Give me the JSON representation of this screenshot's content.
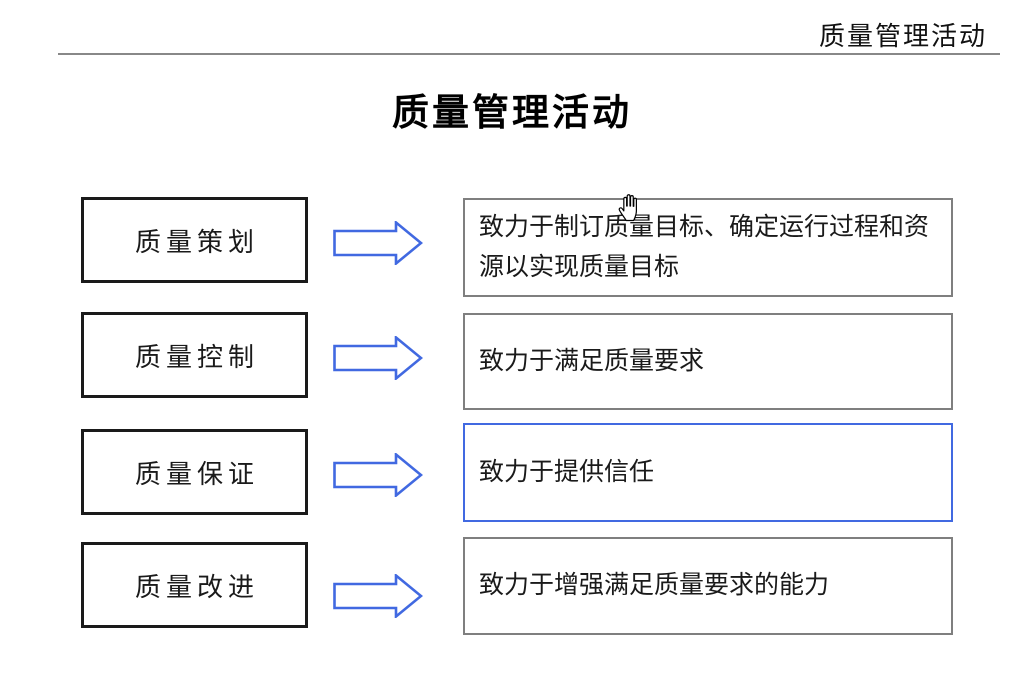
{
  "header": {
    "label": "质量管理活动"
  },
  "title": "质量管理活动",
  "rows": [
    {
      "term": "质量策划",
      "definition": "致力于制订质量目标、确定运行过程和资源以实现质量目标"
    },
    {
      "term": "质量控制",
      "definition": "致力于满足质量要求"
    },
    {
      "term": "质量保证",
      "definition": "致力于提供信任"
    },
    {
      "term": "质量改进",
      "definition": "致力于增强满足质量要求的能力"
    }
  ],
  "colors": {
    "accent_blue": "#4169e1",
    "box_gray": "#7f7f7f",
    "box_black": "#1a1a1a",
    "rule_gray": "#888888"
  },
  "cursor": {
    "icon": "open-hand-cursor"
  }
}
